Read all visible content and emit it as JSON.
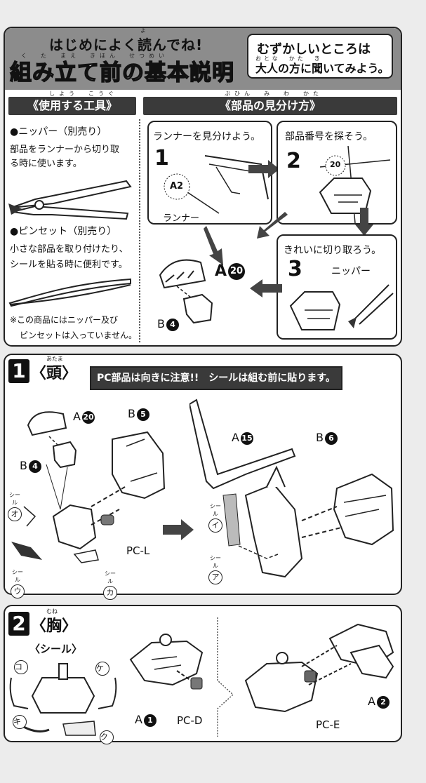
{
  "header": {
    "title_small": "はじめによく読んでね!",
    "title_large": "組み立て前の基本説明",
    "ruby_small": "よ",
    "ruby_large": "く　た　まえ　きほん　せつめい",
    "ask_line1": "むずかしいところは",
    "ask_line2": "大人の方に聞いてみよう。",
    "ask_ruby": "おとな　かた　き"
  },
  "tools": {
    "bar_label": "《使用する工具》",
    "bar_ruby": "しよう　こうぐ",
    "nipper_title": "●ニッパー（別売り）",
    "nipper_desc1": "部品をランナーから切り取",
    "nipper_desc2": "る時に使います。",
    "tweezers_title": "●ピンセット（別売り）",
    "tweezers_desc1": "小さな部品を取り付けたり、",
    "tweezers_desc2": "シールを貼る時に便利です。",
    "notice1": "※この商品にはニッパー及び",
    "notice2": "ピンセットは入っていません。"
  },
  "parts": {
    "bar_label": "《部品の見分け方》",
    "bar_ruby": "ぶひん　み　わ　かた",
    "step1_text": "ランナーを見分けよう。",
    "step1_num": "1",
    "step1_tag": "A2",
    "step1_runner": "ランナー",
    "step2_text": "部品番号を探そう。",
    "step2_num": "2",
    "step2_tag": "20",
    "step3_text": "きれいに切り取ろう。",
    "step3_num": "3",
    "step3_nipper": "ニッパー",
    "result_a": "A",
    "result_a_num": "20",
    "result_b": "B",
    "result_b_num": "4"
  },
  "step_head": {
    "num": "1",
    "title": "〈頭〉",
    "title_ruby": "あたま",
    "note": "PC部品は向きに注意!!　シールは組む前に貼ります。",
    "labels": {
      "a20": "A",
      "a20_num": "20",
      "b4": "B",
      "b4_num": "4",
      "b5": "B",
      "b5_num": "5",
      "a15": "A",
      "a15_num": "15",
      "b6": "B",
      "b6_num": "6",
      "pc_l": "PC-L"
    },
    "seals": [
      {
        "tag": "シール",
        "char": "オ"
      },
      {
        "tag": "シール",
        "char": "ウ"
      },
      {
        "tag": "シール",
        "char": "カ"
      },
      {
        "tag": "シール",
        "char": "イ"
      },
      {
        "tag": "シール",
        "char": "ア"
      }
    ]
  },
  "step_chest": {
    "num": "2",
    "title": "〈胸〉",
    "title_ruby": "むね",
    "seal_heading": "〈シール〉",
    "seal_chars": [
      "コ",
      "ケ",
      "キ",
      "ク"
    ],
    "labels": {
      "a1": "A",
      "a1_num": "1",
      "pc_d": "PC-D",
      "pc_e": "PC-E",
      "a2": "A",
      "a2_num": "2"
    }
  }
}
